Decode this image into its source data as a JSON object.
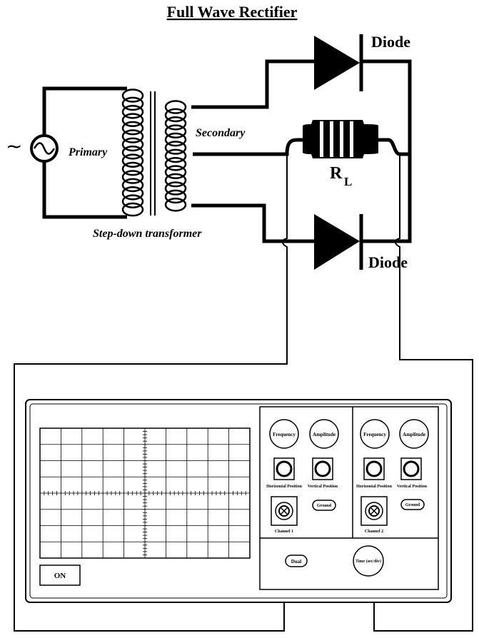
{
  "title": "Full Wave Rectifier",
  "circuit": {
    "diode_top_label": "Diode",
    "diode_bottom_label": "Diode",
    "primary_label": "Primary",
    "secondary_label": "Secondary",
    "transformer_label": "Step-down transformer",
    "load_label": "R",
    "load_subscript": "L",
    "source_symbol": "~"
  },
  "oscilloscope": {
    "power_button": "ON",
    "channel1": {
      "frequency_knob": "Frequency",
      "amplitude_knob": "Amplitude",
      "horizontal_position": "Horizontal Position",
      "vertical_position": "Vertical Position",
      "ground_button": "Ground",
      "input_label": "Channel 1"
    },
    "channel2": {
      "frequency_knob": "Frequency",
      "amplitude_knob": "Amplitude",
      "horizontal_position": "Horizontal Position",
      "vertical_position": "Vertical Position",
      "ground_button": "Ground",
      "input_label": "Channel 2"
    },
    "dual_button": "Dual",
    "time_knob": "Time (sec/div)"
  }
}
